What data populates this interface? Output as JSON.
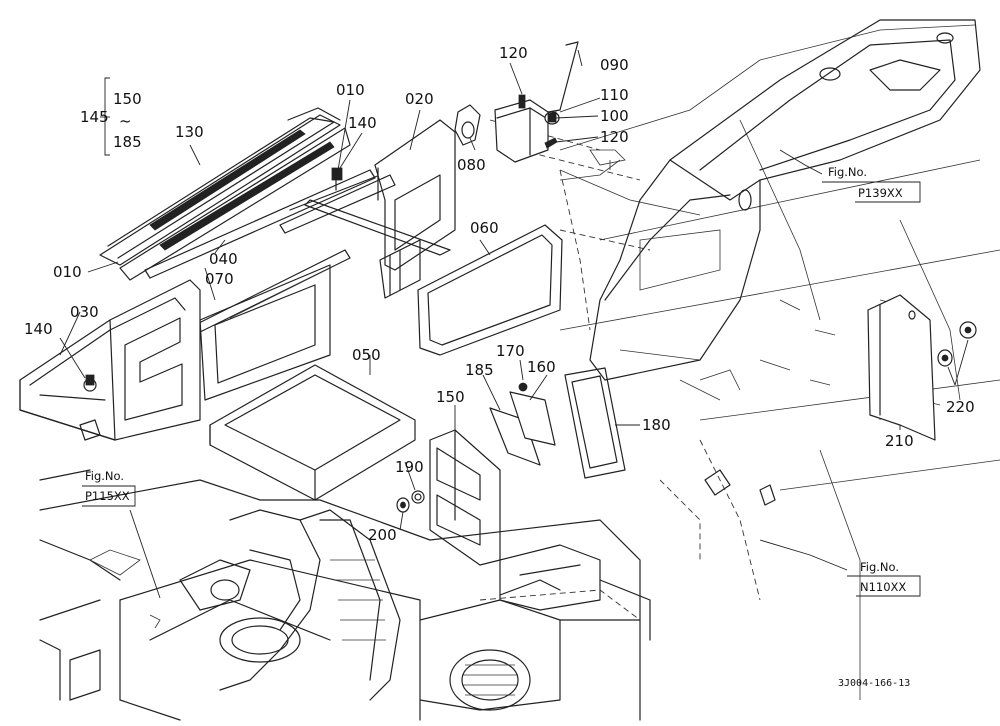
{
  "parts": {
    "p010a": "010",
    "p010b": "010",
    "p020": "020",
    "p030": "030",
    "p040": "040",
    "p050": "050",
    "p060": "060",
    "p070": "070",
    "p080": "080",
    "p090": "090",
    "p100": "100",
    "p110": "110",
    "p120a": "120",
    "p120b": "120",
    "p130": "130",
    "p140a": "140",
    "p140b": "140",
    "p145": "145",
    "p150a": "150",
    "p150range": "150",
    "p185range": "185",
    "tilde": "~",
    "p160": "160",
    "p170": "170",
    "p180": "180",
    "p185": "185",
    "p190": "190",
    "p200": "200",
    "p210": "210",
    "p220": "220"
  },
  "refs": {
    "fig_label": "Fig.No.",
    "p139": "P139XX",
    "p115": "P115XX",
    "n110": "N110XX"
  },
  "drawing_code": "3J004-166-13"
}
